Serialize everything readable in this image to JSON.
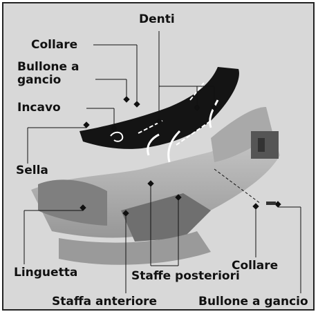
{
  "labels": {
    "denti": "Denti",
    "collare_top": "Collare",
    "bullone_top_line1": "Bullone a",
    "bullone_top_line2": "gancio",
    "incavo": "Incavo",
    "sella": "Sella",
    "linguetta": "Linguetta",
    "staffa_anteriore": "Staffa anteriore",
    "staffe_posteriori": "Staffe posteriori",
    "collare_bottom": "Collare",
    "bullone_bottom": "Bullone a gancio"
  },
  "colors": {
    "background": "#d8d8d8",
    "seat": "#141414",
    "label_text": "#111111"
  }
}
